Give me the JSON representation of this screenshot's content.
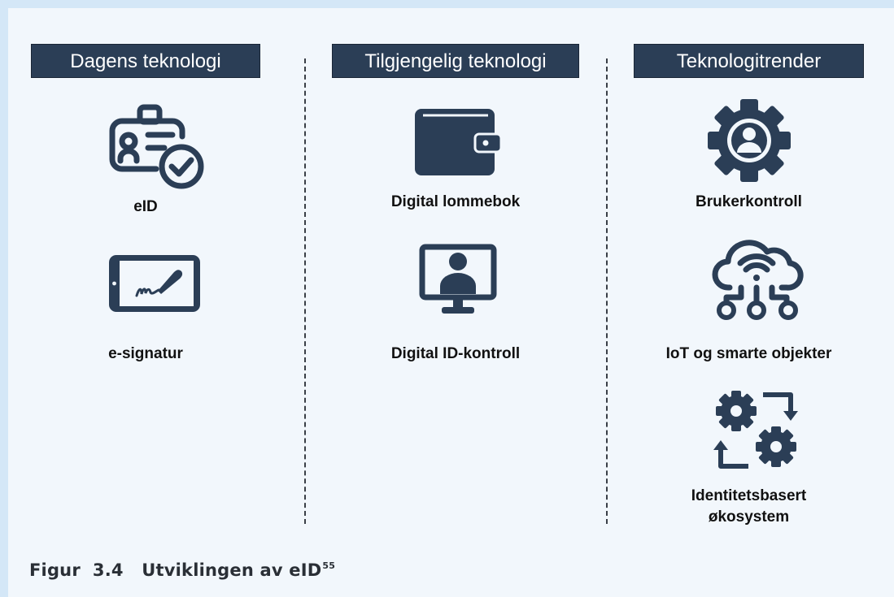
{
  "columns": [
    {
      "heading": "Dagens teknologi",
      "items": [
        {
          "label": "eID",
          "icon": "id-badge-check-icon"
        },
        {
          "label": "e-signatur",
          "icon": "tablet-signature-icon"
        }
      ]
    },
    {
      "heading": "Tilgjengelig teknologi",
      "items": [
        {
          "label": "Digital lommebok",
          "icon": "wallet-icon"
        },
        {
          "label": "Digital ID-kontroll",
          "icon": "monitor-person-icon"
        }
      ]
    },
    {
      "heading": "Teknologitrender",
      "items": [
        {
          "label": "Brukerkontroll",
          "icon": "gear-user-icon"
        },
        {
          "label": "IoT og smarte objekter",
          "icon": "cloud-network-icon"
        },
        {
          "label_line1": "Identitetsbasert",
          "label_line2": "økosystem",
          "icon": "gears-cycle-icon"
        }
      ]
    }
  ],
  "caption": {
    "prefix": "Figur",
    "number": "3.4",
    "text": "Utviklingen av eID",
    "footnote": "55"
  },
  "colors": {
    "navy": "#2b3e56",
    "panel": "#f2f7fc",
    "border": "#d4e7f7"
  }
}
